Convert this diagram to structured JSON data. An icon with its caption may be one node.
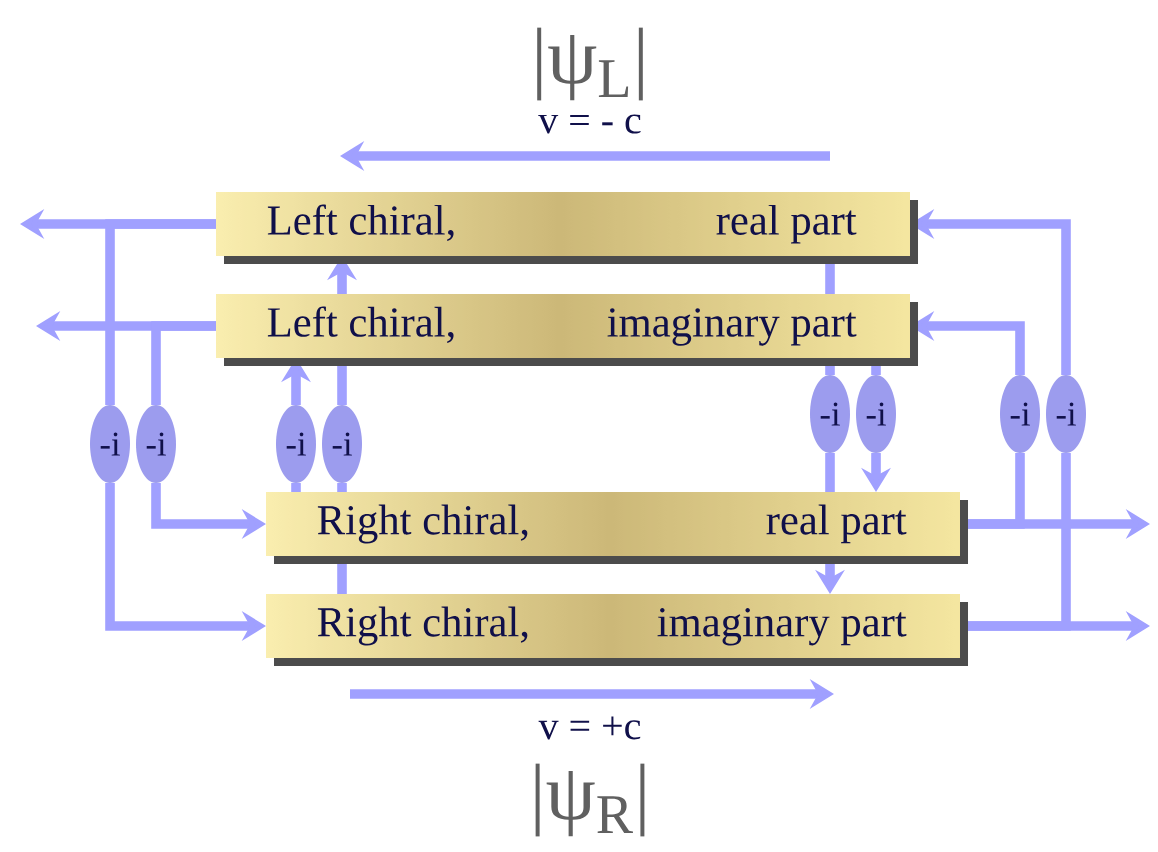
{
  "diagram": {
    "nodes": [
      {
        "text": [
          "Left chiral,",
          "real part"
        ]
      },
      {
        "text": [
          "Left chiral,",
          "imaginary part"
        ]
      },
      {
        "text": [
          "Right chiral,",
          "real part"
        ]
      },
      {
        "text": [
          "Right chiral,",
          "imaginary part"
        ]
      },
      {
        "text": [
          "-i"
        ]
      },
      {
        "text": [
          "-i"
        ]
      },
      {
        "text": [
          "-i"
        ]
      },
      {
        "text": [
          "-i"
        ]
      },
      {
        "text": [
          "-i"
        ]
      },
      {
        "text": [
          "-i"
        ]
      },
      {
        "text": [
          "-i"
        ]
      },
      {
        "text": [
          "-i"
        ]
      }
    ],
    "edges": [
      {
        "from": 0,
        "to": null,
        "arrow": "to"
      },
      {
        "from": 0,
        "to": 4,
        "arrow": "none"
      },
      {
        "from": 4,
        "to": 3,
        "arrow": "to"
      },
      {
        "from": 1,
        "to": null,
        "arrow": "to"
      },
      {
        "from": 1,
        "to": 5,
        "arrow": "none"
      },
      {
        "from": 5,
        "to": 2,
        "arrow": "to"
      },
      {
        "from": 2,
        "to": 6,
        "arrow": "none"
      },
      {
        "from": 6,
        "to": 1,
        "arrow": "to"
      },
      {
        "from": 3,
        "to": 2,
        "arrow": "none"
      },
      {
        "from": 2,
        "to": 7,
        "arrow": "none"
      },
      {
        "from": 7,
        "to": 1,
        "arrow": "none"
      },
      {
        "from": 1,
        "to": 0,
        "arrow": "to"
      },
      {
        "from": 0,
        "to": 1,
        "arrow": "none"
      },
      {
        "from": 1,
        "to": 8,
        "arrow": "none"
      },
      {
        "from": 8,
        "to": 2,
        "arrow": "none"
      },
      {
        "from": 2,
        "to": 3,
        "arrow": "to"
      },
      {
        "from": 1,
        "to": 9,
        "arrow": "none"
      },
      {
        "from": 9,
        "to": 2,
        "arrow": "to"
      },
      {
        "from": 2,
        "to": null,
        "arrow": "to"
      },
      {
        "from": 2,
        "to": 10,
        "arrow": "none"
      },
      {
        "from": 10,
        "to": 1,
        "arrow": "to"
      },
      {
        "from": 3,
        "to": null,
        "arrow": "to"
      },
      {
        "from": 3,
        "to": 11,
        "arrow": "none"
      },
      {
        "from": 11,
        "to": 0,
        "arrow": "to"
      }
    ],
    "labels": [
      "|ψ$_{L}$|",
      "v = - c",
      "v = +c",
      "|ψ$_{R}$|"
    ]
  }
}
